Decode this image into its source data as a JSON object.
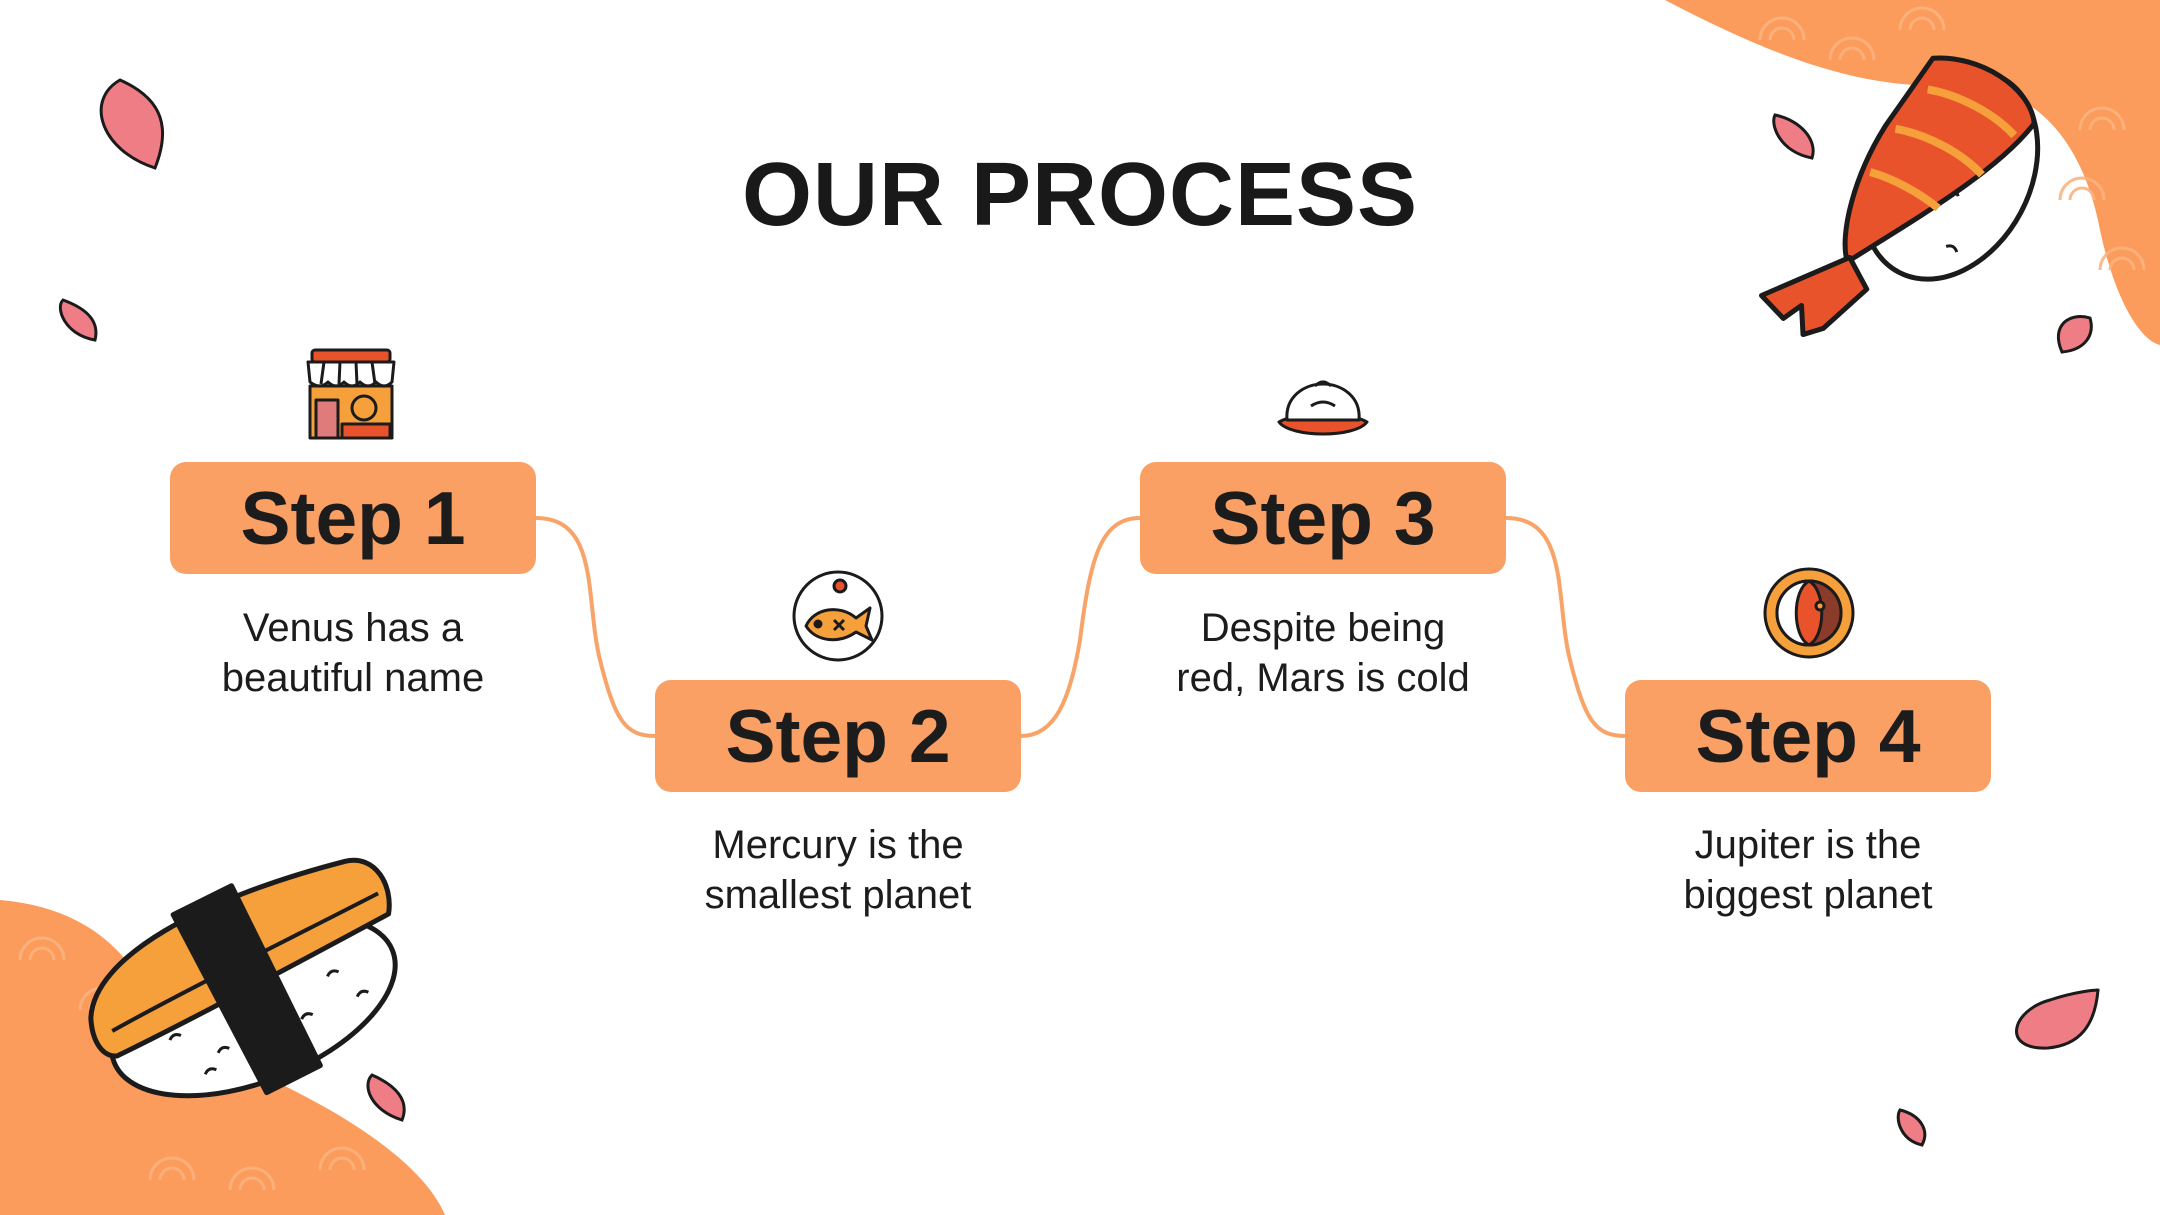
{
  "title": "OUR PROCESS",
  "steps": [
    {
      "label": "Step 1",
      "lines": [
        "Venus has a",
        "beautiful name"
      ],
      "icon": "shop-icon"
    },
    {
      "label": "Step 2",
      "lines": [
        "Mercury is the",
        "smallest planet"
      ],
      "icon": "fish-plate-icon"
    },
    {
      "label": "Step 3",
      "lines": [
        "Despite being",
        "red, Mars is cold"
      ],
      "icon": "bao-bun-icon"
    },
    {
      "label": "Step 4",
      "lines": [
        "Jupiter is the",
        "biggest planet"
      ],
      "icon": "curry-plate-icon"
    }
  ],
  "decorations": [
    "sushi-nigiri-icon",
    "shrimp-nigiri-icon",
    "petal-icon"
  ],
  "colors": {
    "accent": "#fba064",
    "wave": "#fb9c5c",
    "connector": "#f8a468",
    "petal": "#ef7d86",
    "text": "#1c1c1c",
    "background": "#ffffff"
  }
}
